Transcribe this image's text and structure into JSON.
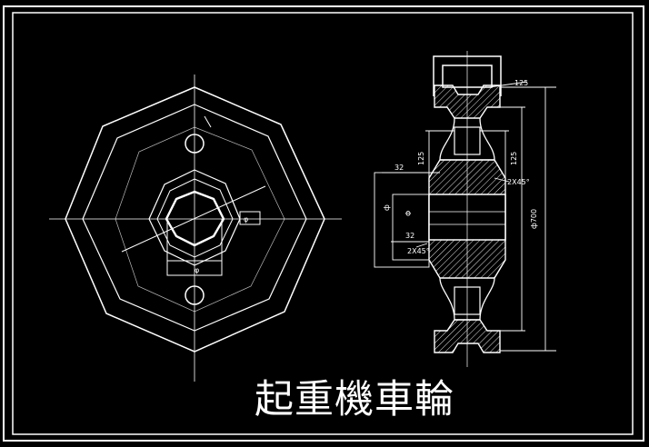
{
  "title": "起重機車輪",
  "colors": {
    "background": "#000000",
    "line": "#ffffff",
    "accent": "#ffffff"
  },
  "side_view": {
    "dimensions": {
      "flange_width": "125",
      "tread_height_left": "125",
      "tread_height_right": "125",
      "bore_offset": "32",
      "bore_offset_lower": "32",
      "chamfer_right": "2X45°",
      "chamfer_left": "2X45°",
      "outer_diameter": "ф700",
      "hub_diameter": "ф",
      "bore_label": "Φ"
    }
  },
  "front_view": {
    "labels": {
      "center_mark": "φ",
      "hub_mark": "φ"
    }
  }
}
